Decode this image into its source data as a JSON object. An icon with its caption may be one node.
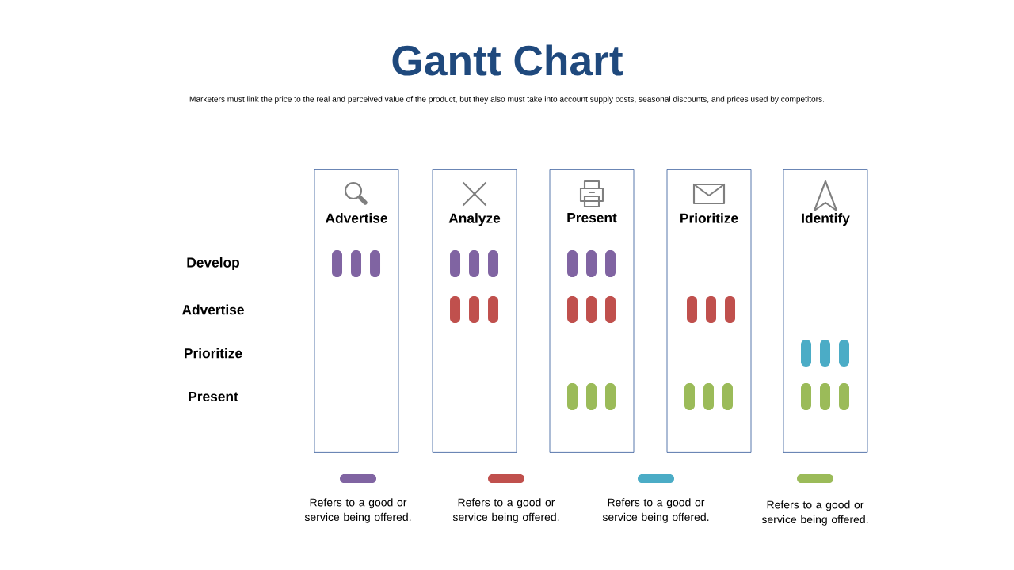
{
  "diagram": {
    "title": "Gantt Chart",
    "nodes": [
      {
        "text": [
          "Advertise"
        ]
      },
      {
        "text": [
          "Analyze"
        ]
      },
      {
        "text": [
          "Present"
        ]
      },
      {
        "text": [
          "Prioritize"
        ]
      },
      {
        "text": [
          "Identify"
        ]
      }
    ],
    "labels": [
      "Marketers must link the price to the real and perceived value of the product, but they also must take into account supply costs, seasonal discounts, and prices used by competitors.",
      "Develop",
      "Advertise",
      "Prioritize",
      "Present"
    ],
    "legend": [
      {
        "text": "Refers to a good or service being offered.",
        "color": "#8064a2"
      },
      {
        "text": "Refers to a good or service being offered.",
        "color": "#c0504d"
      },
      {
        "text": "Refers to a good or service being offered.",
        "color": "#4bacc6"
      },
      {
        "text": "Refers to a good or service being offered.",
        "color": "#9bbb59"
      }
    ]
  }
}
